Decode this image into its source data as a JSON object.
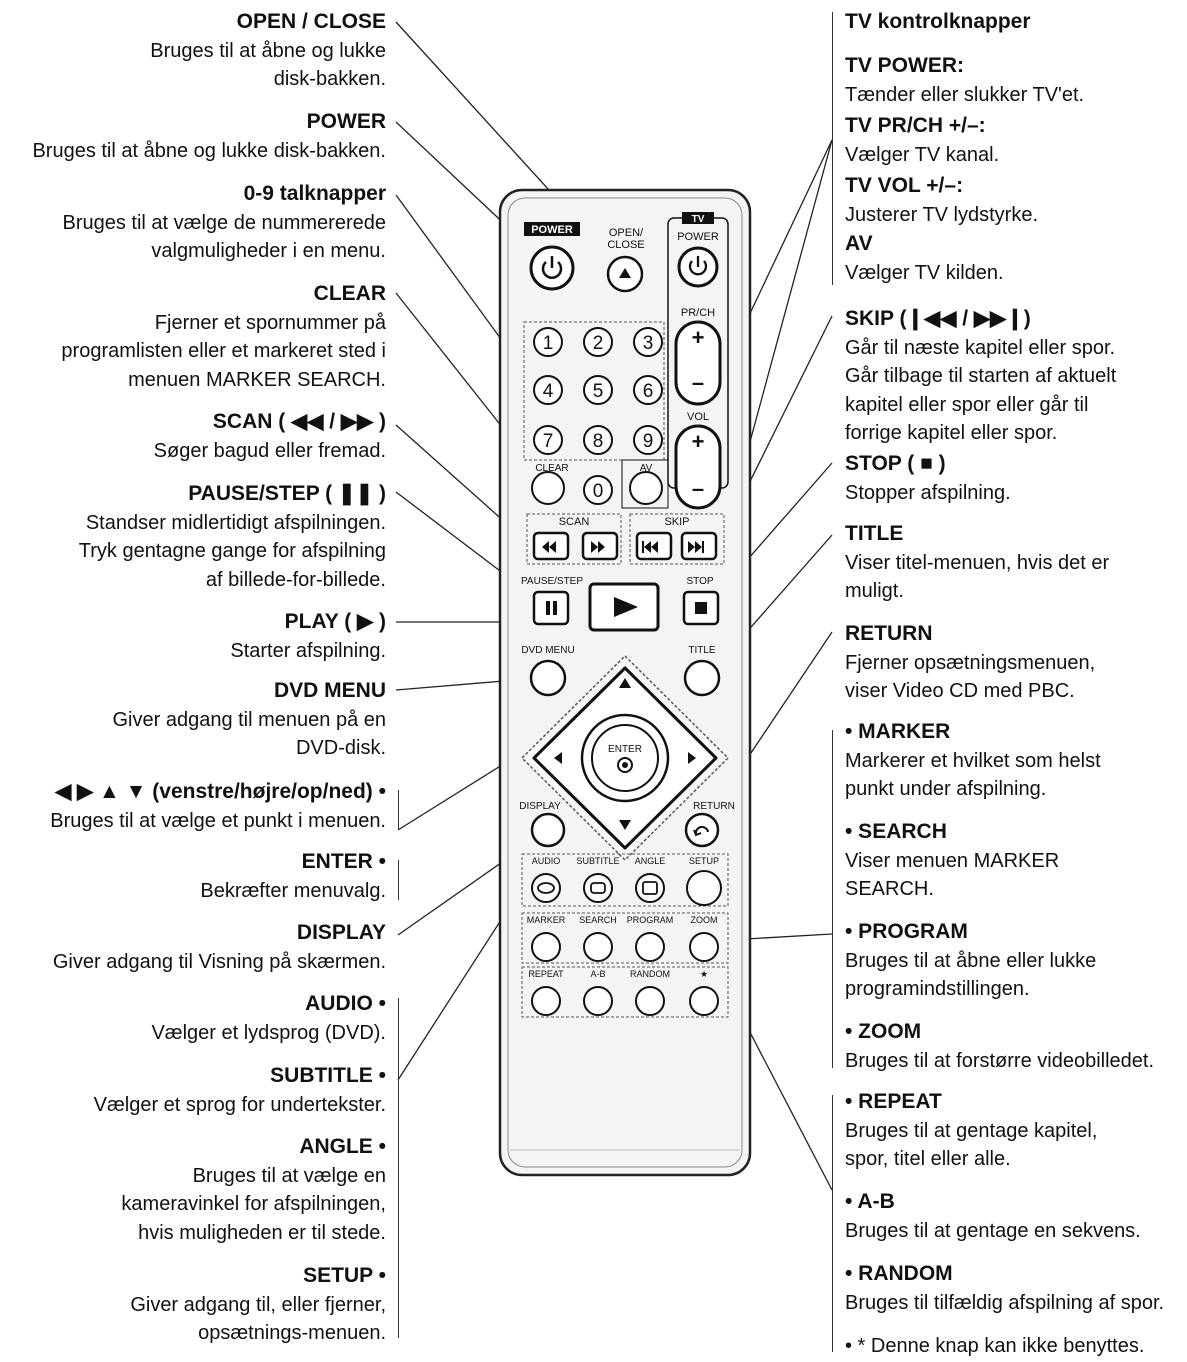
{
  "left": [
    {
      "key": "open_close",
      "title": "OPEN / CLOSE",
      "desc": [
        "Bruges til at åbne og lukke",
        "disk-bakken."
      ]
    },
    {
      "key": "power",
      "title": "POWER",
      "desc": [
        "Bruges til at åbne og lukke disk-bakken."
      ]
    },
    {
      "key": "numbers",
      "title": "0-9 talknapper",
      "desc": [
        "Bruges til at vælge de nummererede",
        "valgmuligheder i en menu."
      ]
    },
    {
      "key": "clear",
      "title": "CLEAR",
      "desc": [
        "Fjerner et spornummer på",
        "programlisten eller et markeret sted i",
        "menuen MARKER SEARCH."
      ]
    },
    {
      "key": "scan",
      "title": "SCAN ( ◀◀ / ▶▶ )",
      "desc": [
        "Søger bagud eller fremad."
      ]
    },
    {
      "key": "pause",
      "title": "PAUSE/STEP ( ❚❚ )",
      "desc": [
        "Standser midlertidigt afspilningen.",
        "Tryk gentagne gange for afspilning",
        "af billede-for-billede."
      ]
    },
    {
      "key": "play",
      "title": "PLAY ( ▶ )",
      "desc": [
        "Starter afspilning."
      ]
    },
    {
      "key": "dvd_menu",
      "title": "DVD MENU",
      "desc": [
        "Giver adgang til menuen på en",
        "DVD-disk."
      ]
    },
    {
      "key": "arrows",
      "title": "◀ ▶ ▲ ▼ (venstre/højre/op/ned) •",
      "desc": [
        "Bruges til at vælge et punkt i menuen."
      ]
    },
    {
      "key": "enter",
      "title": "ENTER •",
      "desc": [
        "Bekræfter menuvalg."
      ]
    },
    {
      "key": "display",
      "title": "DISPLAY",
      "desc": [
        "Giver adgang til Visning på skærmen."
      ]
    },
    {
      "key": "audio",
      "title": "AUDIO •",
      "desc": [
        "Vælger et lydsprog (DVD)."
      ]
    },
    {
      "key": "subtitle",
      "title": "SUBTITLE •",
      "desc": [
        "Vælger et sprog for undertekster."
      ]
    },
    {
      "key": "angle",
      "title": "ANGLE •",
      "desc": [
        "Bruges til at vælge en",
        "kameravinkel for afspilningen,",
        "hvis muligheden er til stede."
      ]
    },
    {
      "key": "setup",
      "title": "SETUP •",
      "desc": [
        "Giver adgang til, eller fjerner,",
        "opsætnings-menuen."
      ]
    }
  ],
  "right": [
    {
      "key": "tv_heading",
      "title": "TV kontrolknapper",
      "desc": []
    },
    {
      "key": "tv_power",
      "title": "TV POWER:",
      "desc": [
        "Tænder eller slukker TV'et."
      ]
    },
    {
      "key": "tv_prch",
      "title": "TV PR/CH +/–:",
      "desc": [
        "Vælger TV kanal."
      ]
    },
    {
      "key": "tv_vol",
      "title": "TV VOL +/–:",
      "desc": [
        "Justerer TV lydstyrke."
      ]
    },
    {
      "key": "av",
      "title": "AV",
      "desc": [
        "Vælger TV kilden."
      ]
    },
    {
      "key": "skip",
      "title": "SKIP (❙◀◀ / ▶▶❙)",
      "desc": [
        "Går til næste kapitel eller spor.",
        "Går tilbage til starten af aktuelt",
        "kapitel eller spor eller går til",
        "forrige kapitel eller spor."
      ]
    },
    {
      "key": "stop",
      "title": "STOP ( ■ )",
      "desc": [
        "Stopper afspilning."
      ]
    },
    {
      "key": "title",
      "title": "TITLE",
      "desc": [
        "Viser titel-menuen, hvis det er",
        "muligt."
      ]
    },
    {
      "key": "return",
      "title": "RETURN",
      "desc": [
        "Fjerner opsætningsmenuen,",
        "viser Video CD med PBC."
      ]
    },
    {
      "key": "marker",
      "title": "• MARKER",
      "desc": [
        "Markerer et hvilket som helst",
        "punkt under afspilning."
      ]
    },
    {
      "key": "search",
      "title": "• SEARCH",
      "desc": [
        "Viser menuen MARKER",
        "SEARCH."
      ]
    },
    {
      "key": "program",
      "title": "• PROGRAM",
      "desc": [
        "Bruges til at åbne eller lukke",
        "programindstillingen."
      ]
    },
    {
      "key": "zoom",
      "title": "• ZOOM",
      "desc": [
        "Bruges til at forstørre videobilledet."
      ]
    },
    {
      "key": "repeat",
      "title": "• REPEAT",
      "desc": [
        "Bruges til at gentage kapitel,",
        "spor, titel eller alle."
      ]
    },
    {
      "key": "ab",
      "title": "• A-B",
      "desc": [
        "Bruges til at gentage en sekvens."
      ]
    },
    {
      "key": "random",
      "title": "• RANDOM",
      "desc": [
        "Bruges til tilfældig afspilning af spor."
      ]
    },
    {
      "key": "star",
      "title": "",
      "desc": [
        "• * Denne knap kan ikke benyttes."
      ]
    }
  ],
  "remote": {
    "power": "POWER",
    "open_close": [
      "OPEN/",
      "CLOSE"
    ],
    "tv": "TV",
    "tv_power": "POWER",
    "prch": "PR/CH",
    "vol": "VOL",
    "clear": "CLEAR",
    "av": "AV",
    "scan": "SCAN",
    "skip": "SKIP",
    "pause_step": "PAUSE/STEP",
    "stop": "STOP",
    "dvd_menu": "DVD MENU",
    "title": "TITLE",
    "enter": "ENTER",
    "display": "DISPLAY",
    "return": "RETURN",
    "row1": [
      "AUDIO",
      "SUBTITLE",
      "ANGLE",
      "SETUP"
    ],
    "row2": [
      "MARKER",
      "SEARCH",
      "PROGRAM",
      "ZOOM"
    ],
    "row3": [
      "REPEAT",
      "A-B",
      "RANDOM",
      "★"
    ],
    "numbers": [
      "1",
      "2",
      "3",
      "4",
      "5",
      "6",
      "7",
      "8",
      "9",
      "0"
    ],
    "plus": "+",
    "minus": "–"
  }
}
